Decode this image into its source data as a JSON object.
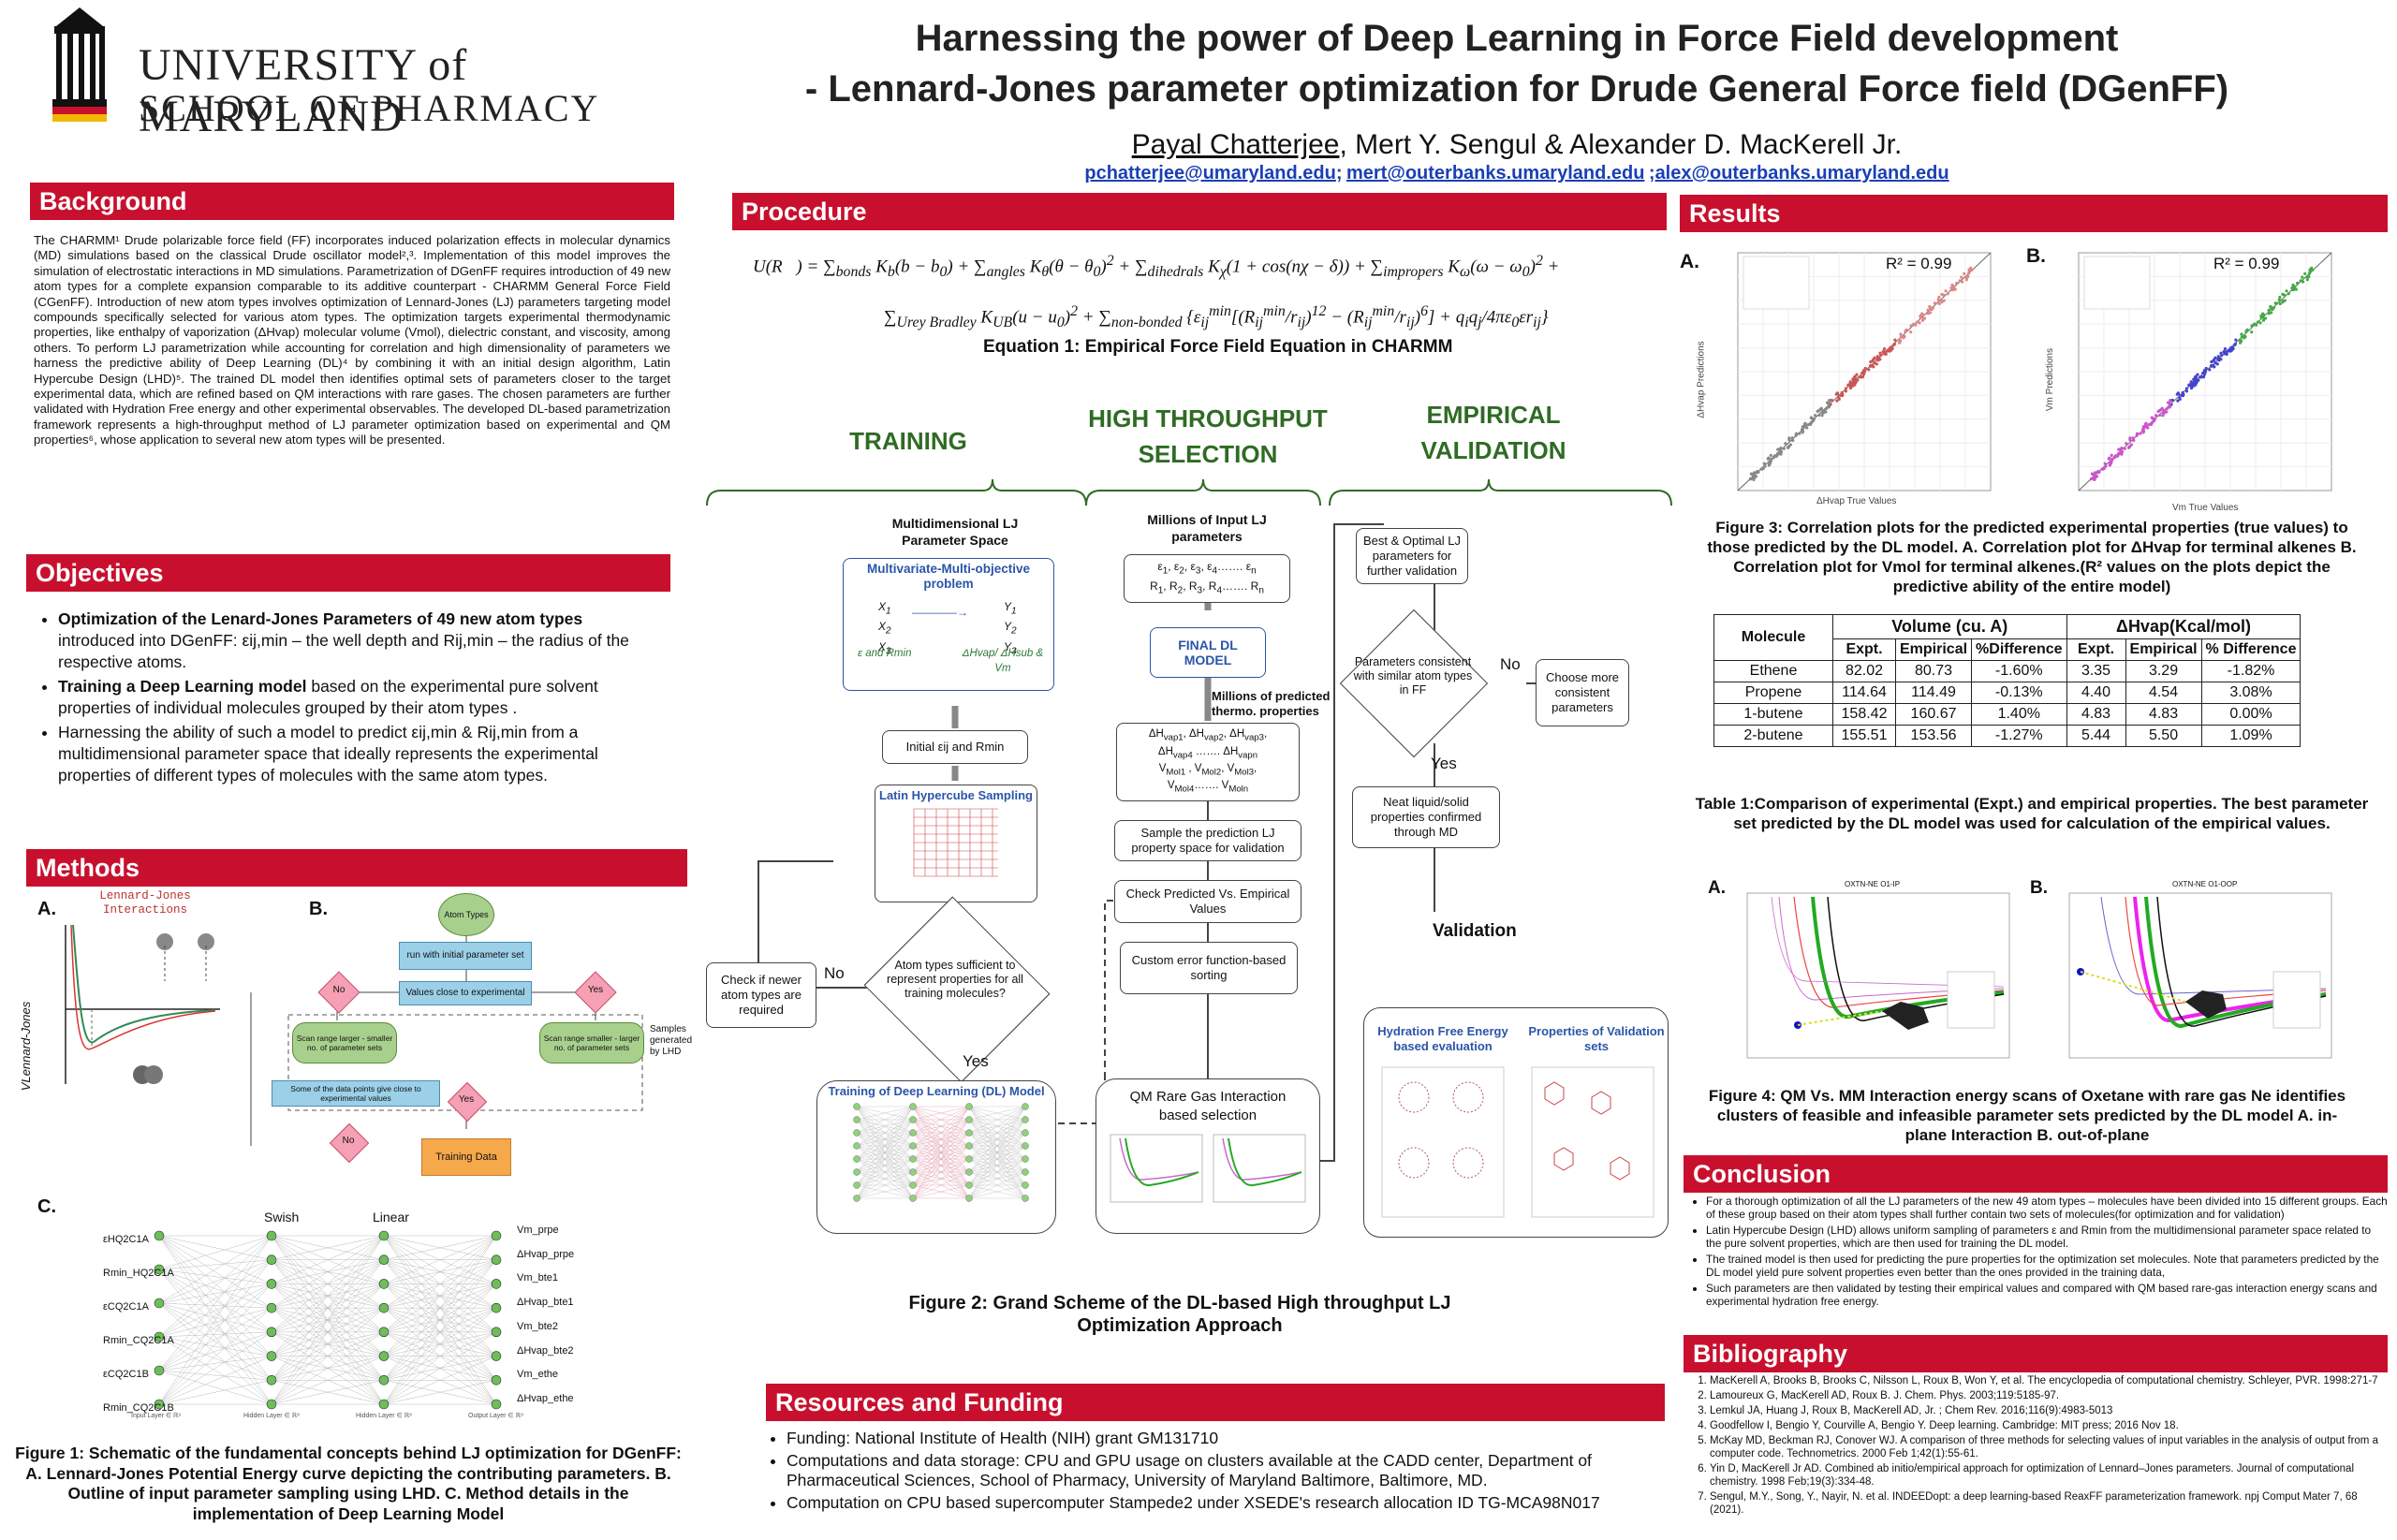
{
  "header": {
    "uni_line1": "UNIVERSITY of MARYLAND",
    "uni_line2": "SCHOOL OF PHARMACY",
    "title_line1": "Harnessing the power of Deep Learning in Force Field development",
    "title_line2": "- Lennard-Jones parameter optimization for Drude General Force field (DGenFF)",
    "author_main": "Payal Chatterjee",
    "authors_rest": ", Mert Y. Sengul & Alexander D. MacKerell Jr.",
    "email1": "pchatterjee@umaryland.edu",
    "email2": "mert@outerbanks.umaryland.edu",
    "email3": "alex@outerbanks.umaryland.edu",
    "email_sep1": ";",
    "email_sep2": ";"
  },
  "background": {
    "heading": "Background",
    "text": "The CHARMM¹ Drude polarizable force field (FF) incorporates induced polarization effects in molecular dynamics (MD) simulations based on the classical Drude oscillator model²,³. Implementation of this model improves the simulation of electrostatic interactions in MD simulations. Parametrization of DGenFF requires introduction of 49 new atom types for a complete expansion comparable to its additive counterpart - CHARMM General Force Field (CGenFF). Introduction of new atom types involves optimization of Lennard-Jones (LJ) parameters targeting model compounds specifically selected for various atom types. The optimization targets experimental thermodynamic properties, like enthalpy of vaporization (ΔHvap) molecular volume (Vmol), dielectric constant, and viscosity, among others. To perform LJ parametrization while accounting for correlation and high dimensionality of parameters we harness the predictive ability of Deep Learning (DL)⁴ by combining it with an initial design algorithm, Latin Hypercube Design (LHD)⁵. The trained DL model then identifies optimal sets of parameters closer to the target experimental data, which are refined  based on QM interactions with rare gases. The chosen parameters are further validated with Hydration Free energy and other experimental observables. The developed DL-based parametrization framework represents a high-throughput method of LJ parameter optimization based on experimental and QM properties⁶, whose application to several new atom types will be presented."
  },
  "objectives": {
    "heading": "Objectives",
    "items": [
      {
        "bold": "Optimization of the Lenard-Jones Parameters of 49 new atom types",
        "rest": " introduced into DGenFF: εij,min – the well depth  and Rij,min – the radius of the respective atoms."
      },
      {
        "bold": "Training a Deep Learning model",
        "rest": " based on the experimental pure solvent properties of individual molecules grouped by their atom types ."
      },
      {
        "bold": "",
        "rest": "Harnessing the ability of such a model to predict εij,min & Rij,min from a multidimensional parameter space that ideally represents the experimental properties of different  types of molecules with the same atom types."
      }
    ]
  },
  "methods": {
    "heading": "Methods",
    "panel_a": "A.",
    "panel_b": "B.",
    "panel_c": "C.",
    "lj_title": "Lennard-Jones\nInteractions",
    "lj_ylabel": "VLennard-Jones",
    "lhd_nodes": {
      "atom_types": "Atom Types",
      "run_initial": "run with initial parameter set",
      "values_close": "Values close to experimental",
      "no1": "No",
      "yes1": "Yes",
      "scan_larger": "Scan range larger - smaller no. of parameter sets",
      "scan_smaller": "Scan range smaller - larger no. of parameter sets",
      "some_data": "Some of the data points give close to experimental values",
      "yes2": "Yes",
      "no2": "No",
      "training_data": "Training Data",
      "samples_lhd": "Samples generated by LHD"
    },
    "nn_top_labels": [
      "Swish",
      "Linear"
    ],
    "nn_inputs": [
      "εHQ2C1A",
      "Rmin_HQ2C1A",
      "εCQ2C1A",
      "Rmin_CQ2C1A",
      "εCQ2C1B",
      "Rmin_CQ2C1B"
    ],
    "nn_outputs": [
      "Vm_prpe",
      "ΔHvap_prpe",
      "Vm_bte1",
      "ΔHvap_bte1",
      "Vm_bte2",
      "ΔHvap_bte2",
      "Vm_ethe",
      "ΔHvap_ethe"
    ],
    "nn_layer_labels": [
      "Input Layer ∈ ℝ⁶",
      "Hidden Layer ∈ ℝ⁸",
      "Hidden Layer ∈ ℝ⁸",
      "Output Layer ∈ ℝ⁸"
    ],
    "caption": "Figure 1: Schematic of the fundamental concepts behind LJ optimization for DGenFF: A. Lennard-Jones Potential Energy curve depicting the contributing parameters. B. Outline of input parameter sampling using LHD. C. Method details in the implementation of Deep Learning Model"
  },
  "procedure": {
    "heading": "Procedure",
    "equation_caption": "Equation 1: Empirical Force Field Equation in CHARMM",
    "col_training": "TRAINING",
    "col_htp": "HIGH THROUGHPUT SELECTION",
    "col_emp": "EMPIRICAL VALIDATION",
    "t_multi": "Multidimensional LJ Parameter Space",
    "t_mmo": "Multivariate-Multi-objective problem",
    "t_mmo_left": "ε and Rmin",
    "t_mmo_right": "ΔHvap/ ΔHsub & Vm",
    "t_initial": "Initial εij and Rmin",
    "t_lhs": "Latin Hypercube Sampling",
    "t_atoms_q": "Atom types sufficient to represent properties for all training molecules?",
    "t_yes": "Yes",
    "t_no": "No",
    "t_check": "Check if newer atom types are required",
    "t_dl": "Training of Deep Learning (DL) Model",
    "h_millions": "Millions of Input LJ parameters",
    "h_final": "FINAL DL MODEL",
    "h_pred": "Millions of predicted thermo. properties",
    "h_sample": "Sample the prediction LJ property space for validation",
    "h_check": "Check Predicted Vs. Empirical Values",
    "h_custom": "Custom error function-based sorting",
    "h_qm": "QM Rare Gas Interaction based selection",
    "e_best": "Best & Optimal LJ parameters for further validation",
    "e_cons": "Parameters consistent with similar atom types in FF",
    "e_no": "No",
    "e_yes": "Yes",
    "e_choose": "Choose more consistent parameters",
    "e_neat": "Neat liquid/solid properties confirmed through MD",
    "e_validation": "Validation",
    "e_hfe": "Hydration Free Energy based evaluation",
    "e_props": "Properties of Validation sets",
    "fig2_caption": "Figure 2: Grand Scheme of the DL-based High throughput LJ Optimization Approach"
  },
  "resources": {
    "heading": "Resources and Funding",
    "items": [
      "Funding: National Institute of Health (NIH) grant GM131710",
      "Computations and data storage: CPU and GPU usage on clusters available at the CADD center, Department of Pharmaceutical Sciences, School of Pharmacy, University of Maryland Baltimore, Baltimore, MD.",
      "Computation on CPU based supercomputer Stampede2 under XSEDE's research allocation ID TG-MCA98N017"
    ]
  },
  "results": {
    "heading": "Results",
    "panel_a": "A.",
    "panel_b": "B.",
    "r2_a": "R² = 0.99",
    "r2_b": "R² = 0.99",
    "xlabel_a": "ΔHvap True Values",
    "ylabel_a": "ΔHvap Predictions",
    "xlabel_b": "Vm True Values",
    "ylabel_b": "Vm Predictions",
    "fig3_caption": "Figure 3: Correlation plots for the predicted experimental properties (true values) to those predicted by the DL model. A. Correlation plot for ΔHvap for terminal alkenes B. Correlation plot for Vmol for  terminal alkenes.(R² values on the plots depict the predictive ability of the entire model)",
    "table_headers": {
      "molecule": "Molecule",
      "volume": "Volume (cu. A)",
      "dhvap": "ΔHvap(Kcal/mol)",
      "expt": "Expt.",
      "emp": "Empirical",
      "pdiff": "%Difference",
      "pdiff2": "% Difference"
    },
    "table_rows": [
      {
        "mol": "Ethene",
        "v_expt": "82.02",
        "v_emp": "80.73",
        "v_diff": "-1.60%",
        "h_expt": "3.35",
        "h_emp": "3.29",
        "h_diff": "-1.82%"
      },
      {
        "mol": "Propene",
        "v_expt": "114.64",
        "v_emp": "114.49",
        "v_diff": "-0.13%",
        "h_expt": "4.40",
        "h_emp": "4.54",
        "h_diff": "3.08%"
      },
      {
        "mol": "1-butene",
        "v_expt": "158.42",
        "v_emp": "160.67",
        "v_diff": "1.40%",
        "h_expt": "4.83",
        "h_emp": "4.83",
        "h_diff": "0.00%"
      },
      {
        "mol": "2-butene",
        "v_expt": "155.51",
        "v_emp": "153.56",
        "v_diff": "-1.27%",
        "h_expt": "5.44",
        "h_emp": "5.50",
        "h_diff": "1.09%"
      }
    ],
    "table_caption": "Table 1:Comparison of experimental (Expt.) and empirical properties. The best parameter set predicted by the DL model was used for calculation of the empirical values.",
    "fig4_panel_a": "A.",
    "fig4_panel_b": "B.",
    "fig4_title_a": "OXTN-NE O1-IP",
    "fig4_title_b": "OXTN-NE O1-OOP",
    "fig4_caption": "Figure 4: QM Vs. MM Interaction energy scans of Oxetane with rare gas Ne identifies clusters of feasible and infeasible parameter sets predicted by the DL model A.  in-plane Interaction B. out-of-plane"
  },
  "conclusion": {
    "heading": "Conclusion",
    "items": [
      "For a thorough optimization of all the LJ parameters of the new 49 atom types – molecules have been divided into 15 different groups. Each of these group based on their atom types shall further contain two sets of molecules(for optimization and for validation)",
      "Latin Hypercube Design (LHD) allows uniform sampling of parameters ε and Rmin  from the multidimensional parameter space related to the pure solvent properties, which are then used for training the DL model.",
      "The trained model is then used for predicting the pure properties for the optimization set molecules. Note that parameters predicted by the DL model yield pure solvent properties even better than the ones provided in the training data,",
      "Such parameters are then validated by testing their empirical values and compared with QM based rare-gas interaction energy scans and experimental hydration free energy."
    ]
  },
  "bibliography": {
    "heading": "Bibliography",
    "items": [
      "MacKerell A, Brooks B, Brooks C, Nilsson L, Roux B, Won Y, et al. The encyclopedia of computational chemistry. Schleyer, PVR. 1998:271-7",
      "Lamoureux G, MacKerell AD, Roux B. J. Chem. Phys. 2003;119:5185-97.",
      "Lemkul JA, Huang J, Roux B, MacKerell AD, Jr. ; Chem Rev. 2016;116(9):4983-5013",
      "Goodfellow I, Bengio Y, Courville A, Bengio Y. Deep learning. Cambridge: MIT press; 2016 Nov 18.",
      "McKay MD, Beckman RJ, Conover WJ. A comparison of three methods for selecting values of input variables in the analysis of output from a computer code. Technometrics. 2000 Feb 1;42(1):55-61.",
      "Yin D, MacKerell Jr AD. Combined ab initio/empirical approach for optimization of Lennard–Jones parameters. Journal of computational chemistry. 1998 Feb;19(3):334-48.",
      "Sengul, M.Y., Song, Y., Nayir, N. et al. INDEEDopt: a deep learning-based ReaxFF parameterization framework. npj Comput Mater 7, 68 (2021)."
    ]
  },
  "colors": {
    "accent": "#c8102e",
    "gold": "#f2b705",
    "green": "#2f6b24",
    "blue": "#2a55a8"
  }
}
